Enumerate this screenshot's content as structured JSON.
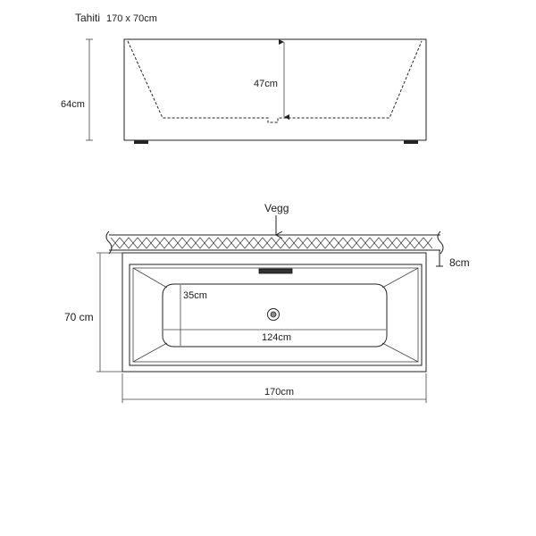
{
  "header": {
    "model_name": "Tahiti",
    "model_size": "170 x 70cm"
  },
  "side_view": {
    "height_label": "64cm",
    "inner_depth_label": "47cm"
  },
  "plan_view": {
    "wall_label": "Vegg",
    "wall_gap_label": "8cm",
    "width_label": "70 cm",
    "inner_width_label": "35cm",
    "inner_length_label": "124cm",
    "length_label": "170cm"
  },
  "colors": {
    "line": "#222222",
    "background": "#ffffff"
  }
}
